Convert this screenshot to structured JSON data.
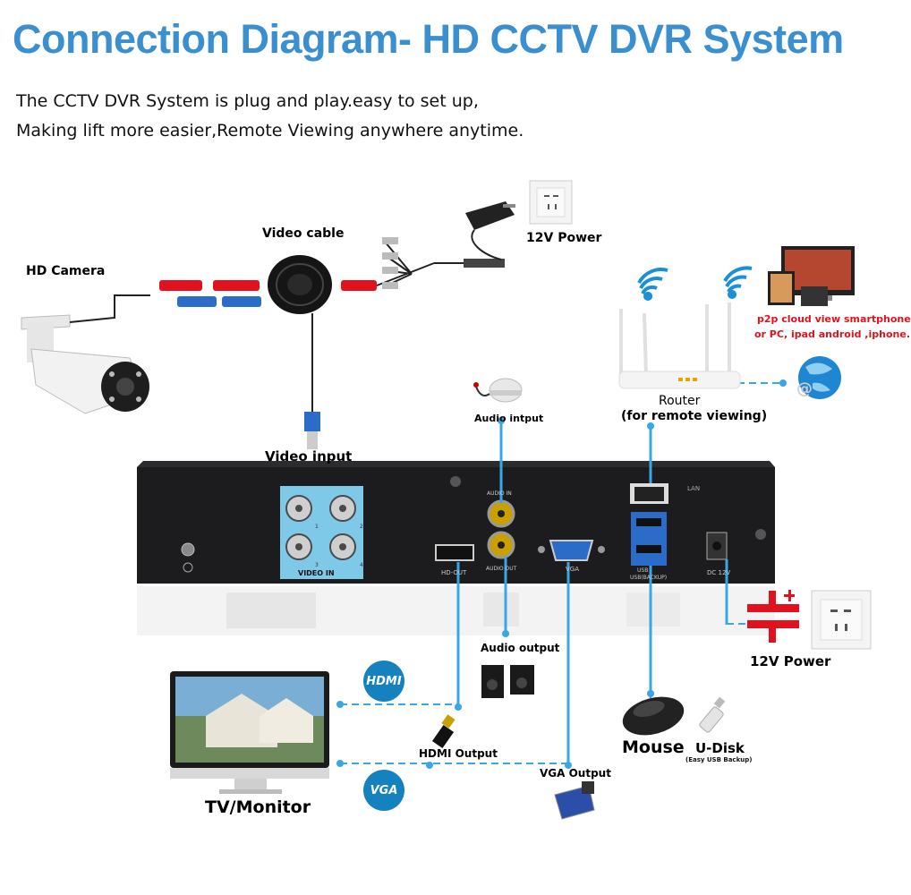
{
  "title": "Connection Diagram- HD CCTV DVR System",
  "subtitle_line1": "The CCTV DVR System is plug and play.easy to set up,",
  "subtitle_line2": "Making lift more easier,Remote Viewing anywhere anytime.",
  "labels": {
    "hd_camera": "HD Camera",
    "video_cable": "Video cable",
    "power_top": "12V Power",
    "video_input": "Video input",
    "audio_input": "Audio intput",
    "router": "Router",
    "router_sub": "(for remote viewing)",
    "p2p_line1": "p2p cloud  view smartphone",
    "p2p_line2": "or PC, ipad android ,iphone.",
    "audio_output": "Audio output",
    "power_right": "12V Power",
    "hdmi_output": "HDMI Output",
    "vga_output": "VGA Output",
    "mouse": "Mouse",
    "udisk": "U-Disk",
    "udisk_sub": "(Easy USB Backup)",
    "tv_monitor": "TV/Monitor",
    "hdmi_badge": "HDMI",
    "vga_badge": "VGA"
  },
  "panel_labels": {
    "video_in": "VIDEO IN",
    "audio_in": "AUDIO IN",
    "audio_out": "AUDIO OUT",
    "hd_out": "HD-OUT",
    "vga": "VGA",
    "lan": "LAN",
    "usb": "USB",
    "usb_backup": "USB(BACKUP)",
    "dc": "DC 12V",
    "ch1": "1",
    "ch2": "2",
    "ch3": "3",
    "ch4": "4"
  },
  "colors": {
    "title": "#3a8fd0",
    "connector_line": "#3aa6e6",
    "panel": "#1c1c1e",
    "video_block": "#7ec9e8",
    "badge": "#1581bf",
    "red_text": "#e0121e"
  },
  "icons": [
    "camera-icon",
    "cable-reel-icon",
    "splitter-icon",
    "power-adapter-icon",
    "wall-socket-icon",
    "router-icon",
    "wifi-icon",
    "globe-icon",
    "devices-icon",
    "microphone-icon",
    "speaker-icon",
    "monitor-icon",
    "hdmi-plug-icon",
    "vga-plug-icon",
    "mouse-icon",
    "usb-drive-icon",
    "dc-polarity-icon"
  ]
}
